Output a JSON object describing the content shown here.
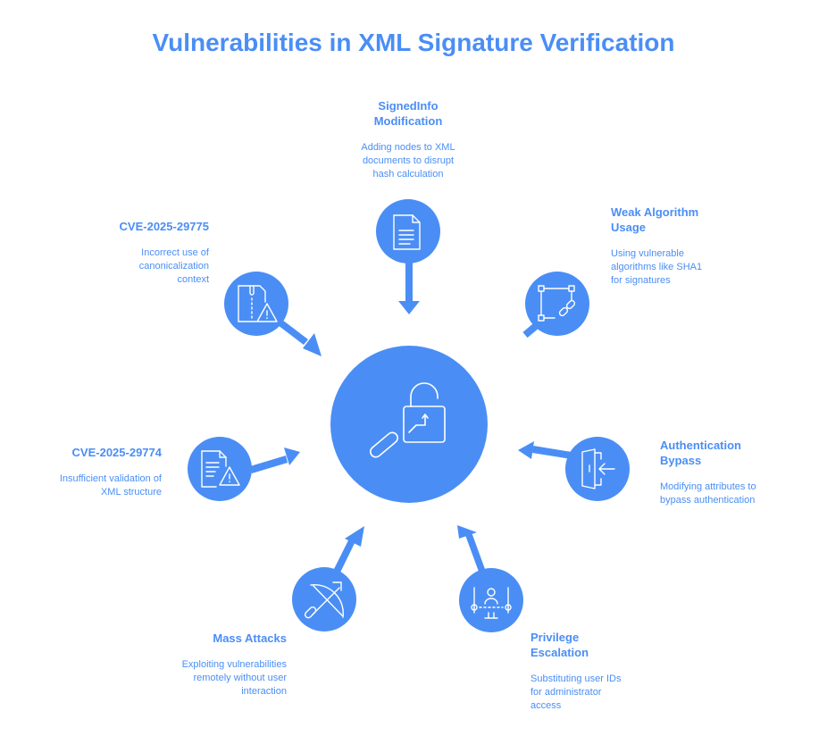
{
  "title": "Vulnerabilities in XML Signature Verification",
  "colors": {
    "accent": "#4a8ef5",
    "background": "#ffffff",
    "icon_stroke": "#ffffff"
  },
  "center": {
    "icon": "lock-with-key-icon"
  },
  "nodes": [
    {
      "title_line1": "SignedInfo",
      "title_line2": "Modification",
      "desc_line1": "Adding nodes to XML",
      "desc_line2": "documents to disrupt",
      "desc_line3": "hash calculation",
      "icon": "document-icon"
    },
    {
      "title_line1": "Weak Algorithm",
      "title_line2": "Usage",
      "desc_line1": "Using vulnerable",
      "desc_line2": "algorithms like SHA1",
      "desc_line3": "for signatures",
      "icon": "broken-chain-link-icon"
    },
    {
      "title_line1": "Authentication",
      "title_line2": "Bypass",
      "desc_line1": "Modifying attributes to",
      "desc_line2": "bypass authentication",
      "icon": "door-enter-icon"
    },
    {
      "title_line1": "Privilege",
      "title_line2": "Escalation",
      "desc_line1": "Substituting user IDs",
      "desc_line2": "for administrator",
      "desc_line3": "access",
      "icon": "user-on-stage-icon"
    },
    {
      "title_line1": "Mass Attacks",
      "desc_line1": "Exploiting vulnerabilities",
      "desc_line2": "remotely without user",
      "desc_line3": "interaction",
      "icon": "bow-and-arrow-icon"
    },
    {
      "title_line1": "CVE-2025-29774",
      "desc_line1": "Insufficient validation of",
      "desc_line2": "XML structure",
      "icon": "document-warning-icon"
    },
    {
      "title_line1": "CVE-2025-29775",
      "desc_line1": "Incorrect use of",
      "desc_line2": "canonicalization",
      "desc_line3": "context",
      "icon": "zip-file-warning-icon"
    }
  ]
}
